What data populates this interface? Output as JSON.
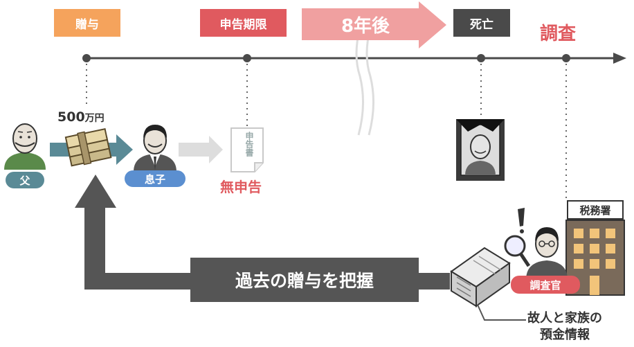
{
  "timeline": {
    "gift_label": "贈与",
    "deadline_label": "申告期限",
    "years_later_label": "8年後",
    "death_label": "死亡",
    "investigation_label": "調査"
  },
  "gift": {
    "amount_number": "500",
    "amount_unit": "万円"
  },
  "people": {
    "father_label": "父",
    "son_label": "息子",
    "inspector_label": "調査官"
  },
  "tax_return": {
    "document_text": "申告書",
    "status_label": "無申告"
  },
  "tax_office": {
    "sign_label": "税務署"
  },
  "bottom": {
    "arrow_text": "過去の贈与を把握",
    "deposit_info_line1": "故人と家族の",
    "deposit_info_line2": "預金情報"
  },
  "colors": {
    "gift_orange": "#f5a35c",
    "deadline_red": "#e05a5f",
    "years_arrow_pink": "#f0a0a0",
    "death_gray": "#4a4a4a",
    "teal_arrow": "#5a8a96",
    "son_blue": "#5b8fd0",
    "father_teal": "#5a8a96",
    "inspector_red": "#e05a5f"
  }
}
